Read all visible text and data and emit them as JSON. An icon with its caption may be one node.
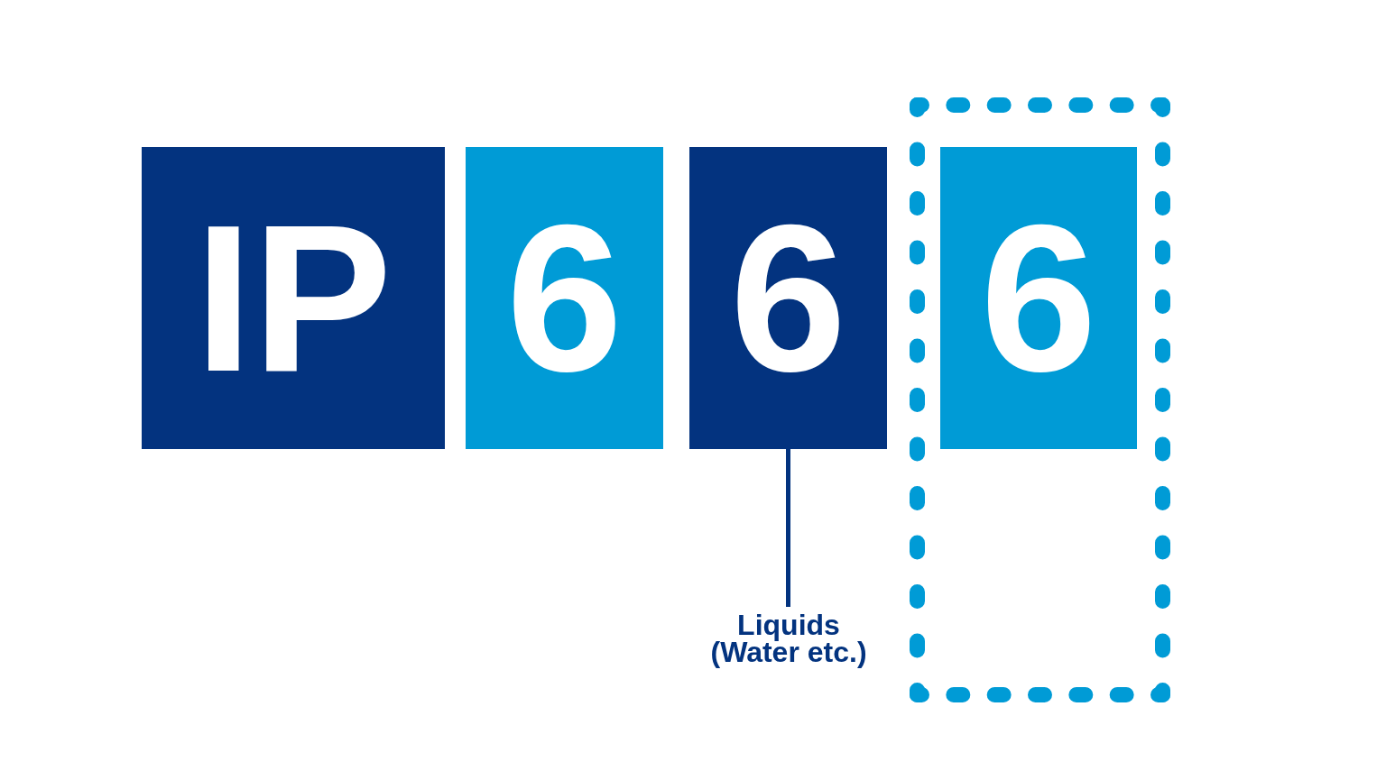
{
  "diagram": {
    "nodes": [
      {
        "text": [
          "IP"
        ]
      },
      {
        "text": [
          "6"
        ]
      },
      {
        "text": [
          "6"
        ]
      },
      {
        "text": [],
        "shape": "box"
      },
      {
        "text": [
          "6"
        ],
        "in": 3
      },
      {
        "text": [
          "Liquids (Water etc.)"
        ]
      }
    ],
    "edges": [
      {
        "from": 5,
        "to": 2,
        "arrow": "none"
      }
    ]
  }
}
